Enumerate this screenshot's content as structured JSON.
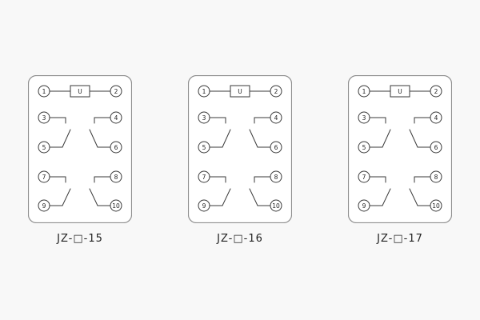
{
  "page": {
    "background": "#f8f8f8",
    "colors": {
      "line": "#3a3a3a",
      "panel_border": "#8f8f8f",
      "panel_fill": "#ffffff",
      "text": "#222222"
    }
  },
  "diagram": {
    "coil_label": "U",
    "panels": [
      {
        "caption": "JZ-□-15",
        "terminals": [
          "1",
          "2",
          "3",
          "4",
          "5",
          "6",
          "7",
          "8",
          "9",
          "10"
        ],
        "contact_groups": [
          {
            "left_terminals": [
              "3",
              "5"
            ],
            "right_terminals": [
              "4",
              "6"
            ],
            "type": "open"
          },
          {
            "left_terminals": [
              "7",
              "9"
            ],
            "right_terminals": [
              "8",
              "10"
            ],
            "type": "open"
          }
        ]
      },
      {
        "caption": "JZ-□-16",
        "terminals": [
          "1",
          "2",
          "3",
          "4",
          "5",
          "6",
          "7",
          "8",
          "9",
          "10"
        ],
        "contact_groups": [
          {
            "left_terminals": [
              "3",
              "5"
            ],
            "right_terminals": [
              "4",
              "6"
            ],
            "type": "open"
          },
          {
            "left_terminals": [
              "7",
              "9"
            ],
            "right_terminals": [
              "8",
              "10"
            ],
            "type": "open"
          }
        ]
      },
      {
        "caption": "JZ-□-17",
        "terminals": [
          "1",
          "2",
          "3",
          "4",
          "5",
          "6",
          "7",
          "8",
          "9",
          "10"
        ],
        "contact_groups": [
          {
            "left_terminals": [
              "3",
              "5"
            ],
            "right_terminals": [
              "4",
              "6"
            ],
            "type": "open"
          },
          {
            "left_terminals": [
              "7",
              "9"
            ],
            "right_terminals": [
              "8",
              "10"
            ],
            "type": "open"
          }
        ]
      }
    ]
  }
}
